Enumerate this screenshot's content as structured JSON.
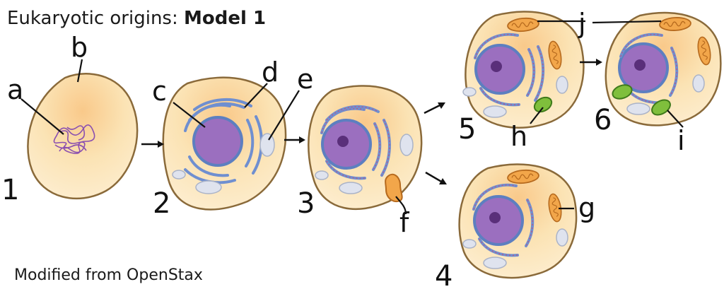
{
  "title": {
    "prefix": "Eukaryotic origins: ",
    "bold": "Model 1"
  },
  "credit": "Modified from OpenStax",
  "stages": [
    "1",
    "2",
    "3",
    "4",
    "5",
    "6"
  ],
  "labels": {
    "a": "a",
    "b": "b",
    "c": "c",
    "d": "d",
    "e": "e",
    "f": "f",
    "g": "g",
    "h": "h",
    "i": "i",
    "j": "j"
  },
  "colors": {
    "cytoplasm": "#fbe3b4",
    "cytoplasm_glow": "#f9c98a",
    "nucleus": "#9b6fbf",
    "er": "#6f8fd0",
    "mitochondrion": "#f2a64a",
    "chloroplast": "#7fbf3c"
  }
}
